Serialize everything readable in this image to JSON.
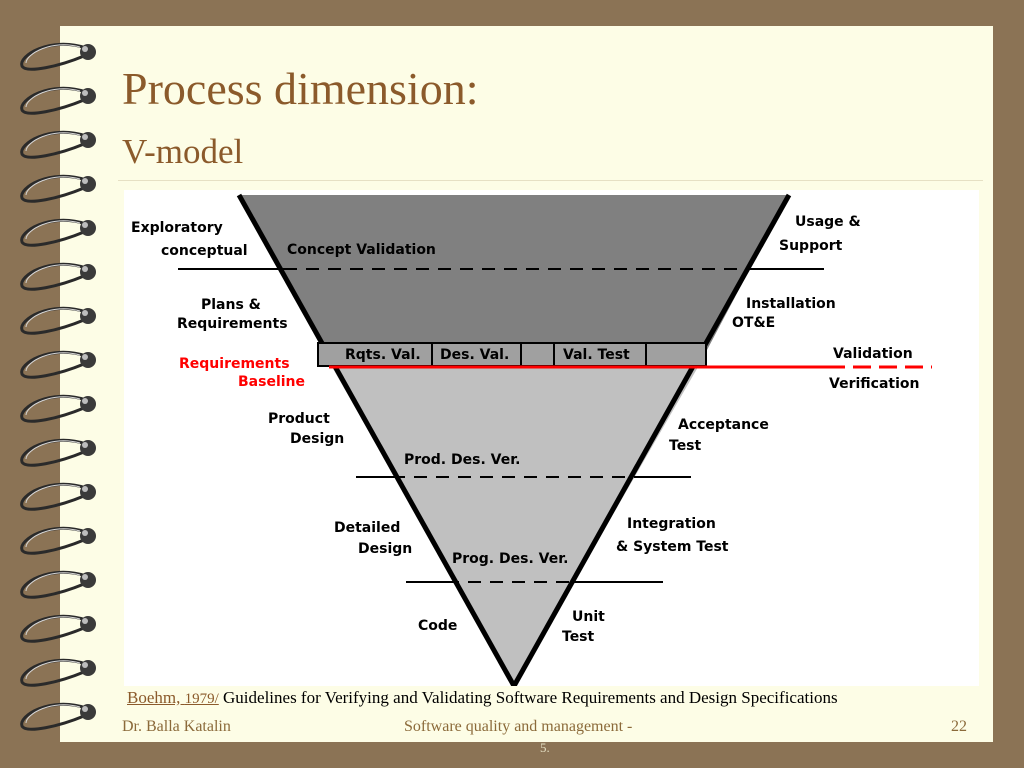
{
  "slide": {
    "title": "Process dimension:",
    "subtitle": "V-model"
  },
  "diagram": {
    "left_labels": {
      "exploratory": "Exploratory",
      "conceptual": "conceptual",
      "plans": "Plans &",
      "requirements": "Requirements",
      "req_baseline_1": "Requirements",
      "req_baseline_2": "Baseline",
      "product": "Product",
      "design_1": "Design",
      "detailed": "Detailed",
      "design_2": "Design",
      "code": "Code"
    },
    "inner_labels": {
      "concept_validation": "Concept Validation",
      "rqts_val": "Rqts. Val.",
      "des_val": "Des. Val.",
      "val_test": "Val. Test",
      "prod_des_ver": "Prod. Des. Ver.",
      "prog_des_ver": "Prog. Des. Ver."
    },
    "right_labels": {
      "usage": "Usage &",
      "support": "Support",
      "installation": "Installation",
      "ote": "OT&E",
      "validation": "Validation",
      "verification": "Verification",
      "acceptance": "Acceptance",
      "test_1": "Test",
      "integration": "Integration",
      "system_test": "& System Test",
      "unit": "Unit",
      "test_2": "Test"
    },
    "colors": {
      "upper_fill": "#808080",
      "lower_fill": "#c0c0c0",
      "baseline_red": "#ff0000"
    }
  },
  "caption": {
    "author": "Boehm, ",
    "year": "1979/",
    "text": " Guidelines for Verifying and Validating Software Requirements and Design Specifications"
  },
  "footer": {
    "author": "Dr. Balla Katalin",
    "course_1": "Software quality and management -",
    "course_2": "5.",
    "page": "22"
  }
}
